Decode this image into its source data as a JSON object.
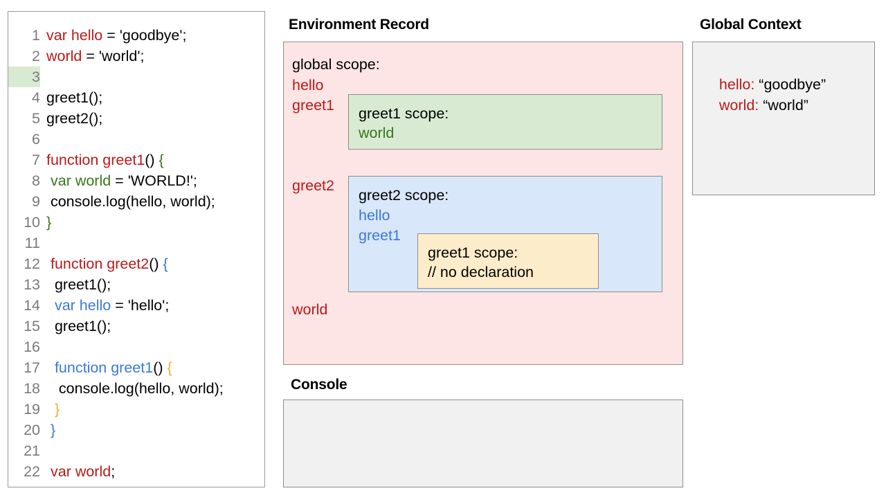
{
  "code_panel": {
    "name": "javascript-source",
    "highlighted_line": 3,
    "lines": [
      {
        "n": "1",
        "tokens": [
          {
            "t": "var hello",
            "c": "red"
          },
          {
            "t": " = 'goodbye';",
            "c": "black"
          }
        ]
      },
      {
        "n": "2",
        "tokens": [
          {
            "t": "world",
            "c": "red"
          },
          {
            "t": " = 'world';",
            "c": "black"
          }
        ]
      },
      {
        "n": "3",
        "tokens": [
          {
            "t": "",
            "c": "black"
          }
        ]
      },
      {
        "n": "4",
        "tokens": [
          {
            "t": "greet1();",
            "c": "black"
          }
        ]
      },
      {
        "n": "5",
        "tokens": [
          {
            "t": "greet2();",
            "c": "black"
          }
        ]
      },
      {
        "n": "6",
        "tokens": [
          {
            "t": "",
            "c": "black"
          }
        ]
      },
      {
        "n": "7",
        "tokens": [
          {
            "t": "function greet1",
            "c": "red"
          },
          {
            "t": "() ",
            "c": "black"
          },
          {
            "t": "{",
            "c": "green"
          }
        ]
      },
      {
        "n": "8",
        "tokens": [
          {
            "t": " ",
            "c": "black"
          },
          {
            "t": "var world",
            "c": "green"
          },
          {
            "t": " = 'WORLD!';",
            "c": "black"
          }
        ]
      },
      {
        "n": "9",
        "tokens": [
          {
            "t": " console.log(hello, world);",
            "c": "black"
          }
        ]
      },
      {
        "n": "10",
        "tokens": [
          {
            "t": "}",
            "c": "green"
          }
        ]
      },
      {
        "n": "11",
        "tokens": [
          {
            "t": "",
            "c": "black"
          }
        ]
      },
      {
        "n": "12",
        "tokens": [
          {
            "t": " ",
            "c": "black"
          },
          {
            "t": "function greet2",
            "c": "red"
          },
          {
            "t": "() ",
            "c": "black"
          },
          {
            "t": "{",
            "c": "blue"
          }
        ]
      },
      {
        "n": "13",
        "tokens": [
          {
            "t": "  greet1();",
            "c": "black"
          }
        ]
      },
      {
        "n": "14",
        "tokens": [
          {
            "t": "  ",
            "c": "black"
          },
          {
            "t": "var hello",
            "c": "blue"
          },
          {
            "t": " = 'hello';",
            "c": "black"
          }
        ]
      },
      {
        "n": "15",
        "tokens": [
          {
            "t": "  greet1();",
            "c": "black"
          }
        ]
      },
      {
        "n": "16",
        "tokens": [
          {
            "t": "",
            "c": "black"
          }
        ]
      },
      {
        "n": "17",
        "tokens": [
          {
            "t": "  ",
            "c": "black"
          },
          {
            "t": "function greet1",
            "c": "blue"
          },
          {
            "t": "() ",
            "c": "black"
          },
          {
            "t": "{",
            "c": "yellow"
          }
        ]
      },
      {
        "n": "18",
        "tokens": [
          {
            "t": "   console.log(hello, world);",
            "c": "black"
          }
        ]
      },
      {
        "n": "19",
        "tokens": [
          {
            "t": "  ",
            "c": "black"
          },
          {
            "t": "}",
            "c": "yellow"
          }
        ]
      },
      {
        "n": "20",
        "tokens": [
          {
            "t": " ",
            "c": "black"
          },
          {
            "t": "}",
            "c": "blue"
          }
        ]
      },
      {
        "n": "21",
        "tokens": [
          {
            "t": "",
            "c": "black"
          }
        ]
      },
      {
        "n": "22",
        "tokens": [
          {
            "t": " ",
            "c": "black"
          },
          {
            "t": "var world",
            "c": "red"
          },
          {
            "t": ";",
            "c": "black"
          }
        ]
      }
    ]
  },
  "environment_record": {
    "heading": "Environment Record",
    "global_scope": {
      "title": "global scope:",
      "vars": [
        "hello",
        "greet1",
        "greet2",
        "world"
      ]
    },
    "greet1_scope": {
      "title": "greet1 scope:",
      "vars": [
        "world"
      ]
    },
    "greet2_scope": {
      "title": "greet2 scope:",
      "vars": [
        "hello",
        "greet1"
      ]
    },
    "greet1_inner_scope": {
      "title": "greet1 scope:",
      "comment": "// no declaration"
    }
  },
  "console": {
    "heading": "Console",
    "output": ""
  },
  "global_context": {
    "heading": "Global Context",
    "entries": [
      {
        "key": "hello:",
        "value": " “goodbye”"
      },
      {
        "key": "world:",
        "value": " “world”"
      }
    ]
  },
  "colors": {
    "red": "#bb1919",
    "green": "#38761d",
    "blue": "#3c78d8",
    "yellow": "#e8b32a",
    "pink_panel": "#fce5e4",
    "green_panel": "#d9ead3",
    "blue_panel": "#d9e7fb",
    "yellow_panel": "#fcecc9",
    "gray_panel": "#f1f1f1",
    "border": "#8d8d8d",
    "line_number": "#7a7a7a",
    "line_highlight": "#d9ead3"
  }
}
